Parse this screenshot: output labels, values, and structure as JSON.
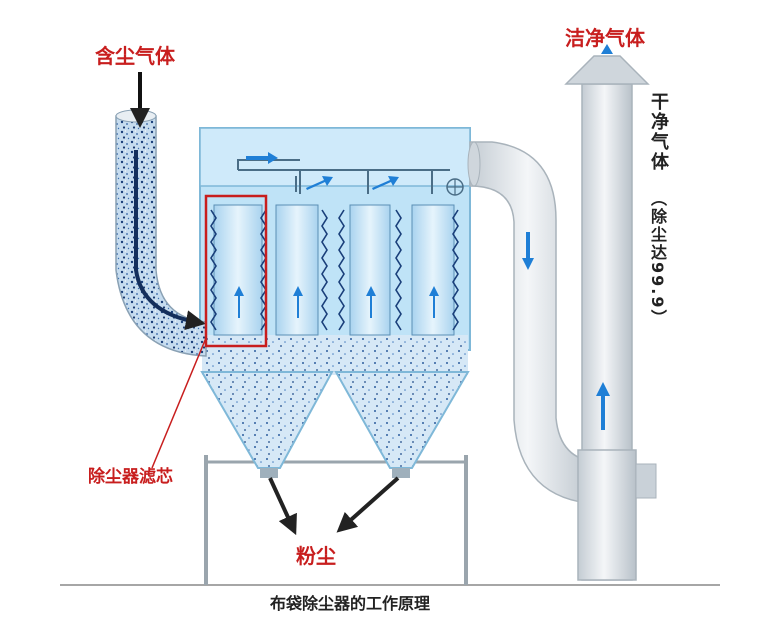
{
  "labels": {
    "inlet": "含尘气体",
    "outlet": "洁净气体",
    "side_note_main": "干净气体",
    "side_note_paren": "（除尘达99.9）",
    "filter": "除尘器滤芯",
    "dust": "粉尘",
    "caption": "布袋除尘器的工作原理"
  },
  "colors": {
    "label_red": "#c81e1e",
    "housing_blue": "#bfe3f7",
    "housing_edge": "#7fb8d8",
    "pipe_gray": "#dde3e8",
    "pipe_edge": "#a9b3bb",
    "arrow_blue": "#1f7fd6",
    "dust_dark": "#1a3f7a",
    "highlight_frame": "#c81e1e"
  },
  "icons": [
    "flow-arrow-icon",
    "pointer-arrow-icon",
    "fan-icon"
  ]
}
